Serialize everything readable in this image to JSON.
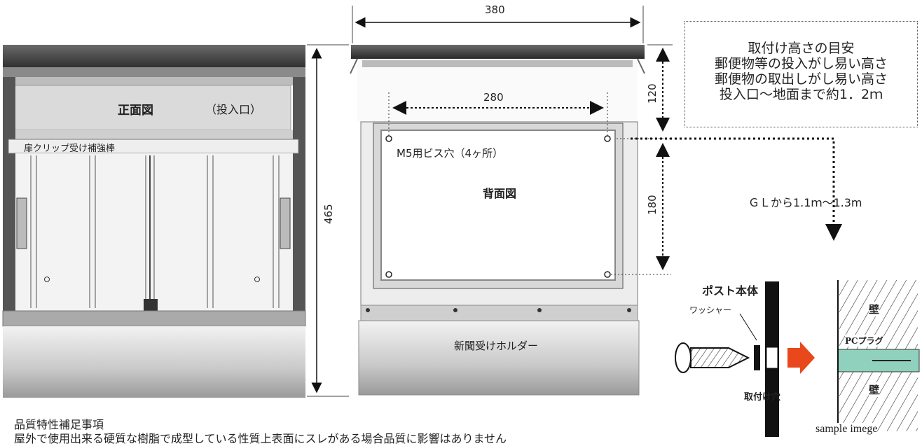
{
  "front_view": {
    "title": "正面図",
    "slot_label": "（投入口）",
    "bar_label": "扉クリップ受け補強棒",
    "height_dim": "465"
  },
  "rear_view": {
    "title": "背面図",
    "width_dim": "380",
    "hole_spacing_dim": "280",
    "screw_holes_label": "M5用ビス穴（4ヶ所）",
    "top_dim": "120",
    "mid_dim": "180",
    "holder_label": "新聞受けホルダー"
  },
  "install_note": {
    "lines": [
      "取付け高さの目安",
      "郵便物等の投入がし易い高さ",
      "郵便物の取出しがし易い高さ",
      "投入口～地面まで約1．2ｍ"
    ],
    "gl_range": "ＧＬから1.1ｍ～1.3m"
  },
  "mount_detail": {
    "post_label": "ポスト本体",
    "washer_label": "ワッシャー",
    "hole_label": "取付け穴",
    "wall_label": "壁",
    "plug_label": "PCプラグ",
    "sample_label": "sample imege"
  },
  "quality_note": {
    "heading": "品質特性補足事項",
    "text": "屋外で使用出来る硬質な樹脂で成型している性質上表面にスレがある場合品質に影響はありません"
  },
  "colors": {
    "frame": "#3e3e3e",
    "panel": "#e4e4e4",
    "accent_arrow": "#e8481c",
    "plug": "#8fd1bd"
  }
}
